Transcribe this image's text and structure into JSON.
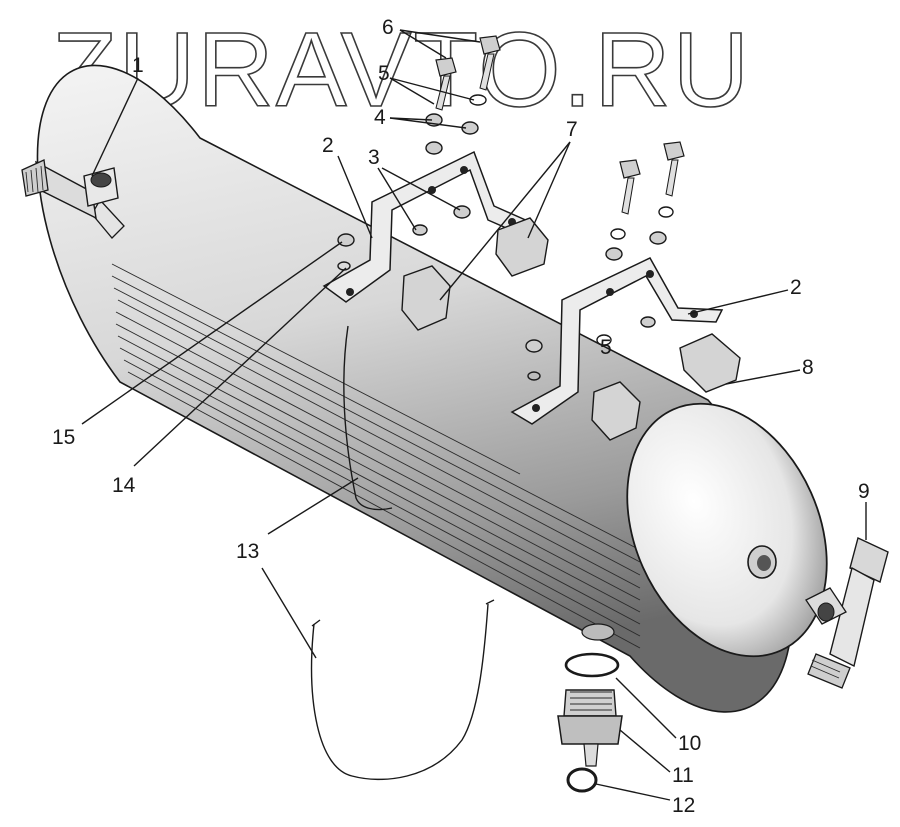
{
  "watermark": "ZURAVTO.RU",
  "callouts": [
    {
      "id": "c1",
      "label": "1"
    },
    {
      "id": "c2a",
      "label": "2"
    },
    {
      "id": "c2b",
      "label": "2"
    },
    {
      "id": "c3",
      "label": "3"
    },
    {
      "id": "c4",
      "label": "4"
    },
    {
      "id": "c5a",
      "label": "5"
    },
    {
      "id": "c5b",
      "label": "5"
    },
    {
      "id": "c6",
      "label": "6"
    },
    {
      "id": "c7",
      "label": "7"
    },
    {
      "id": "c8",
      "label": "8"
    },
    {
      "id": "c9",
      "label": "9"
    },
    {
      "id": "c10",
      "label": "10"
    },
    {
      "id": "c11",
      "label": "11"
    },
    {
      "id": "c12",
      "label": "12"
    },
    {
      "id": "c13",
      "label": "13"
    },
    {
      "id": "c14",
      "label": "14"
    },
    {
      "id": "c15",
      "label": "15"
    }
  ]
}
